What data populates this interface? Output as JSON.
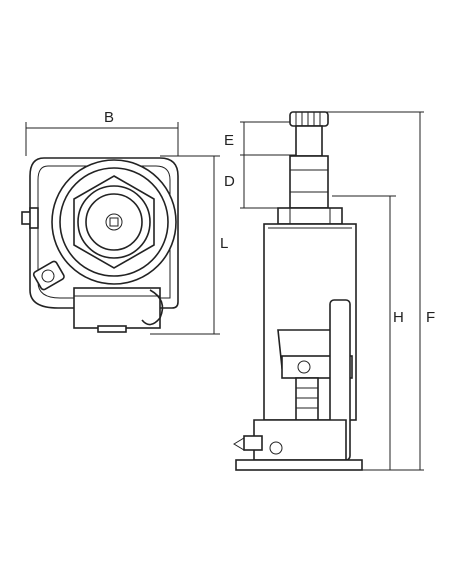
{
  "labels": {
    "B": "B",
    "L": "L",
    "E": "E",
    "D": "D",
    "H": "H",
    "F": "F"
  }
}
